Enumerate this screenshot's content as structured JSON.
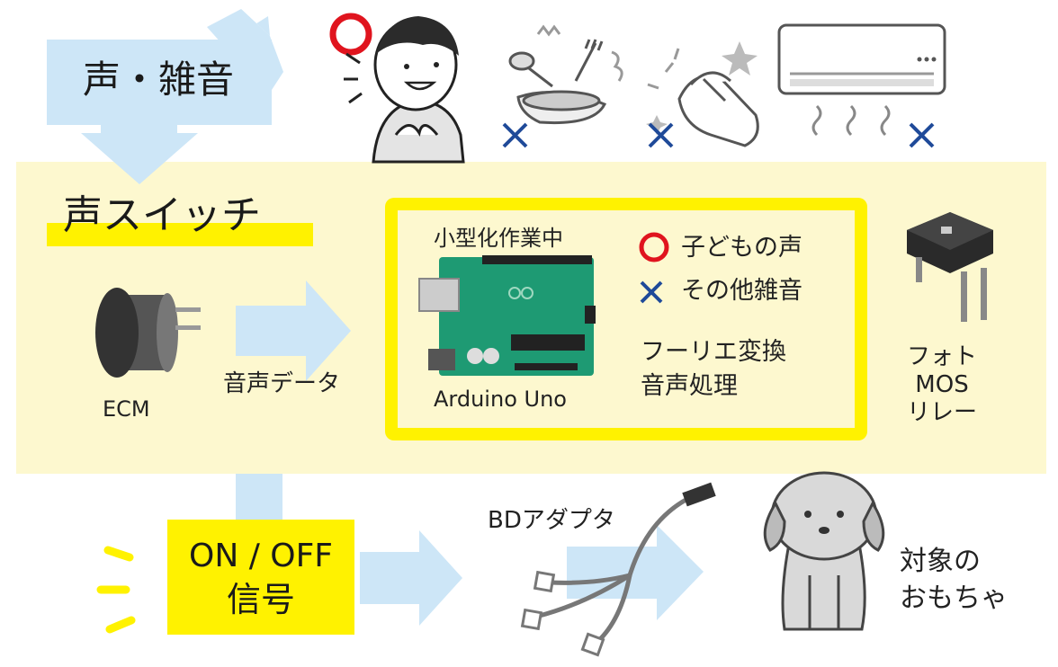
{
  "labels": {
    "voice_noise": "声・雑音",
    "voice_switch": "声スイッチ",
    "miniaturizing": "小型化作業中",
    "child_voice": "子どもの声",
    "other_noise": "その他雑音",
    "fourier": "フーリエ変換",
    "audio_processing": "音声処理",
    "arduino": "Arduino Uno",
    "ecm": "ECM",
    "audio_data": "音声データ",
    "photo_mos": "フォト\nMOS\nリレー",
    "on_off": "ON / OFF",
    "signal": "信号",
    "bd_adapter": "BDアダプタ",
    "target_toy_line1": "対象の",
    "target_toy_line2": "おもちゃ"
  },
  "colors": {
    "arrow_blue": "#cde6f7",
    "band_yellow": "#fdf8cf",
    "highlight_yellow": "#fff200",
    "mark_red": "#e0141e",
    "mark_blue": "#1f4a99",
    "board_green": "#1e9a73"
  },
  "icons": [
    "boy-icon",
    "dishes-icon",
    "clapping-hands-icon",
    "air-conditioner-icon",
    "microphone-icon",
    "arduino-board-icon",
    "relay-chip-icon",
    "bd-adapter-cable-icon",
    "toy-dog-icon"
  ]
}
